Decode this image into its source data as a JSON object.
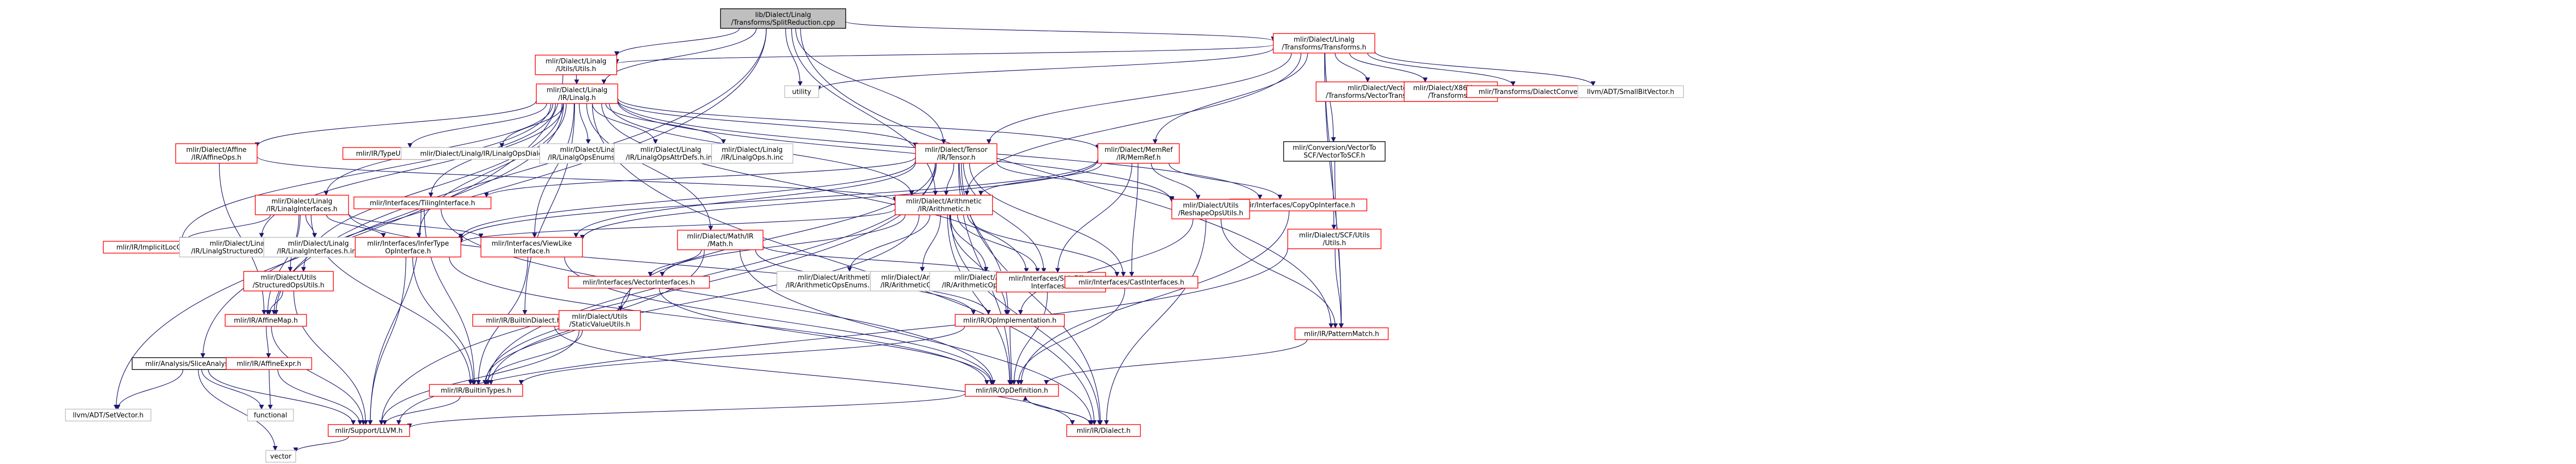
{
  "colors": {
    "edge": "#191970",
    "text": "#000000",
    "border_default": "#bfbfbf",
    "border_documented": "#ff0000",
    "border_root": "#000000",
    "fill_root": "#bfbfbf",
    "fill_default": "#ffffff"
  },
  "nodes": [
    {
      "id": "root",
      "kind": "root",
      "lines": [
        "lib/Dialect/Linalg",
        "/Transforms/SplitReduction.cpp"
      ]
    },
    {
      "id": "lin_utils",
      "kind": "doc",
      "lines": [
        "mlir/Dialect/Linalg",
        "/Utils/Utils.h"
      ]
    },
    {
      "id": "lin_transforms",
      "kind": "doc",
      "lines": [
        "mlir/Dialect/Linalg",
        "/Transforms/Transforms.h"
      ]
    },
    {
      "id": "utility",
      "kind": "plain",
      "lines": [
        "utility"
      ]
    },
    {
      "id": "lin_ir_linalg",
      "kind": "doc",
      "lines": [
        "mlir/Dialect/Linalg",
        "/IR/Linalg.h"
      ]
    },
    {
      "id": "vec_transforms",
      "kind": "doc",
      "lines": [
        "mlir/Dialect/Vector",
        "/Transforms/VectorTransforms.h"
      ]
    },
    {
      "id": "x86_transforms",
      "kind": "doc",
      "lines": [
        "mlir/Dialect/X86Vector",
        "/Transforms.h"
      ]
    },
    {
      "id": "dialect_conversion",
      "kind": "doc",
      "lines": [
        "mlir/Transforms/DialectConversion.h"
      ]
    },
    {
      "id": "smallbitvector",
      "kind": "plain",
      "lines": [
        "llvm/ADT/SmallBitVector.h"
      ]
    },
    {
      "id": "conv_vec_scf",
      "kind": "plain_dark",
      "lines": [
        "mlir/Conversion/VectorTo",
        "SCF/VectorToSCF.h"
      ]
    },
    {
      "id": "affine_ops",
      "kind": "doc",
      "lines": [
        "mlir/Dialect/Affine",
        "/IR/AffineOps.h"
      ]
    },
    {
      "id": "typeutilities",
      "kind": "doc",
      "lines": [
        "mlir/IR/TypeUtilities.h"
      ]
    },
    {
      "id": "lin_ops_dialect_inc",
      "kind": "plain",
      "lines": [
        "mlir/Dialect/Linalg/IR/LinalgOpsDialect.h.inc"
      ]
    },
    {
      "id": "lin_ops_enums",
      "kind": "plain",
      "lines": [
        "mlir/Dialect/Linalg",
        "/IR/LinalgOpsEnums.h.inc"
      ]
    },
    {
      "id": "lin_ops_attrdefs",
      "kind": "plain",
      "lines": [
        "mlir/Dialect/Linalg",
        "/IR/LinalgOpsAttrDefs.h.inc"
      ]
    },
    {
      "id": "lin_ops_inc",
      "kind": "plain",
      "lines": [
        "mlir/Dialect/Linalg",
        "/IR/LinalgOps.h.inc"
      ]
    },
    {
      "id": "tensor",
      "kind": "doc",
      "lines": [
        "mlir/Dialect/Tensor",
        "/IR/Tensor.h"
      ]
    },
    {
      "id": "memref",
      "kind": "doc",
      "lines": [
        "mlir/Dialect/MemRef",
        "/IR/MemRef.h"
      ]
    },
    {
      "id": "scf_utils",
      "kind": "doc",
      "lines": [
        "mlir/Dialect/SCF/Utils",
        "/Utils.h"
      ]
    },
    {
      "id": "tiling_iface",
      "kind": "doc",
      "lines": [
        "mlir/Interfaces/TilingInterface.h"
      ]
    },
    {
      "id": "lin_interfaces",
      "kind": "doc",
      "lines": [
        "mlir/Dialect/Linalg",
        "/IR/LinalgInterfaces.h"
      ]
    },
    {
      "id": "arith",
      "kind": "doc",
      "lines": [
        "mlir/Dialect/Arithmetic",
        "/IR/Arithmetic.h"
      ]
    },
    {
      "id": "mathir",
      "kind": "doc",
      "lines": [
        "mlir/Dialect/Math/IR",
        "/Math.h"
      ]
    },
    {
      "id": "copy_iface",
      "kind": "doc",
      "lines": [
        "mlir/Interfaces/CopyOpInterface.h"
      ]
    },
    {
      "id": "reshape_utils",
      "kind": "doc",
      "lines": [
        "mlir/Dialect/Utils",
        "/ReshapeOpsUtils.h"
      ]
    },
    {
      "id": "implicitloc",
      "kind": "doc",
      "lines": [
        "mlir/IR/ImplicitLocOpBuilder.h"
      ]
    },
    {
      "id": "lin_structured_inc",
      "kind": "plain",
      "lines": [
        "mlir/Dialect/Linalg",
        "/IR/LinalgStructuredOps.h.inc"
      ]
    },
    {
      "id": "lin_iface_inc",
      "kind": "plain",
      "lines": [
        "mlir/Dialect/Linalg",
        "/IR/LinalgInterfaces.h.inc"
      ]
    },
    {
      "id": "structured_utils",
      "kind": "doc",
      "lines": [
        "mlir/Dialect/Utils",
        "/StructuredOpsUtils.h"
      ]
    },
    {
      "id": "infertype",
      "kind": "doc",
      "lines": [
        "mlir/Interfaces/InferType",
        "OpInterface.h"
      ]
    },
    {
      "id": "viewlike",
      "kind": "doc",
      "lines": [
        "mlir/Interfaces/ViewLike",
        "Interface.h"
      ]
    },
    {
      "id": "vector_iface",
      "kind": "doc",
      "lines": [
        "mlir/Interfaces/VectorInterfaces.h"
      ]
    },
    {
      "id": "arith_enums",
      "kind": "plain",
      "lines": [
        "mlir/Dialect/Arithmetic",
        "/IR/ArithmeticOpsEnums.h.inc"
      ]
    },
    {
      "id": "arith_ops_inc",
      "kind": "plain",
      "lines": [
        "mlir/Dialect/Arithmetic",
        "/IR/ArithmeticOps.h.inc"
      ]
    },
    {
      "id": "arith_dialect_inc",
      "kind": "plain",
      "lines": [
        "mlir/Dialect/Arithmetic",
        "/IR/ArithmeticOpsDialect.h.inc"
      ]
    },
    {
      "id": "sideeffect",
      "kind": "doc",
      "lines": [
        "mlir/Interfaces/SideEffect",
        "Interfaces.h"
      ]
    },
    {
      "id": "cast_iface",
      "kind": "doc",
      "lines": [
        "mlir/Interfaces/CastInterfaces.h"
      ]
    },
    {
      "id": "patternmatch",
      "kind": "doc",
      "lines": [
        "mlir/IR/PatternMatch.h"
      ]
    },
    {
      "id": "builtindialect",
      "kind": "doc",
      "lines": [
        "mlir/IR/BuiltinDialect.h"
      ]
    },
    {
      "id": "static_value",
      "kind": "doc",
      "lines": [
        "mlir/Dialect/Utils",
        "/StaticValueUtils.h"
      ]
    },
    {
      "id": "affinemap",
      "kind": "doc",
      "lines": [
        "mlir/IR/AffineMap.h"
      ]
    },
    {
      "id": "opimpl",
      "kind": "doc",
      "lines": [
        "mlir/IR/OpImplementation.h"
      ]
    },
    {
      "id": "sliceanalysis",
      "kind": "plain_dark",
      "lines": [
        "mlir/Analysis/SliceAnalysis.h"
      ]
    },
    {
      "id": "affineexpr",
      "kind": "doc",
      "lines": [
        "mlir/IR/AffineExpr.h"
      ]
    },
    {
      "id": "builtintypes",
      "kind": "doc",
      "lines": [
        "mlir/IR/BuiltinTypes.h"
      ]
    },
    {
      "id": "opdefinition",
      "kind": "doc",
      "lines": [
        "mlir/IR/OpDefinition.h"
      ]
    },
    {
      "id": "setvector",
      "kind": "plain",
      "lines": [
        "llvm/ADT/SetVector.h"
      ]
    },
    {
      "id": "functional",
      "kind": "plain",
      "lines": [
        "functional"
      ]
    },
    {
      "id": "llvm_h",
      "kind": "doc",
      "lines": [
        "mlir/Support/LLVM.h"
      ]
    },
    {
      "id": "dialect_h",
      "kind": "doc",
      "lines": [
        "mlir/IR/Dialect.h"
      ]
    },
    {
      "id": "vector",
      "kind": "plain",
      "lines": [
        "vector"
      ]
    }
  ]
}
